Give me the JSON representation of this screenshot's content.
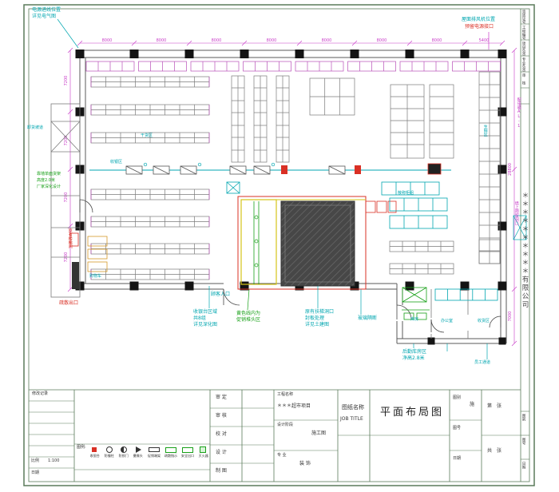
{
  "colors": {
    "cyan": "#00a6b0",
    "magenta": "#c83cc8",
    "red": "#d93025",
    "green": "#18a018",
    "yellow": "#d6c419",
    "frame": "#5a7a5a",
    "wall": "#5a5a5a"
  },
  "ann": {
    "top_left_l1": "电源进线位置",
    "top_left_l2": "详见电气图",
    "top_right_l1": "屋面排风机位置",
    "top_right_l2": "预留电源接口",
    "right_upper_v": "配电箱AL-1",
    "right_mid_v": "墙上预留洞口",
    "left_ramp": "卸货坡道",
    "left_green_l1": "靠墙单面货架",
    "left_green_l2": "高度2.0米",
    "left_green_l3": "厂家深化设计",
    "left_red_v": "原有楼梯间",
    "bottom_red": "疏散出口",
    "entry": "顾客入口",
    "bc1_l1": "收银台区域",
    "bc1_l2": "共8组",
    "bc1_l3": "详见深化图",
    "green2_l1": "黄色线内为",
    "green2_l2": "促销堆头区",
    "bc3_l1": "原有扶梯洞口",
    "bc3_l2": "封板处理",
    "bc3_l3": "详见土建图",
    "bc4": "玻璃隔断",
    "annex_l1": "后勤库房区",
    "annex_l2": "净高2.8米",
    "room1": "库房",
    "room2": "办公室",
    "room3": "收货区",
    "staff": "员工通道",
    "zone_checkout": "收银区",
    "zone1": "干货区",
    "zone2": "生鲜区",
    "scatter": "散称柜组",
    "cart": "购物车"
  },
  "dims": {
    "top": [
      "8000",
      "8000",
      "8000",
      "8000",
      "8000",
      "8000",
      "8000",
      "5400"
    ],
    "left": [
      "7200",
      "7200",
      "7200",
      "7200"
    ],
    "right": [
      "28800",
      "7000"
    ]
  },
  "legend": {
    "label": "图例:",
    "items": [
      {
        "label": "收银台"
      },
      {
        "label": "防撞柱"
      },
      {
        "label": "防损门"
      },
      {
        "label": "摄像头"
      },
      {
        "label": "促销端架"
      },
      {
        "label": "疏散指示"
      },
      {
        "label": "安全出口"
      },
      {
        "label": "灭火器"
      }
    ]
  },
  "tb": {
    "rev_header": "修改记录",
    "scale_label": "比例",
    "scale_value": "1:100",
    "date_label": "日期",
    "sign": [
      "审 定",
      "审 核",
      "校 对",
      "设 计",
      "制 图"
    ],
    "project_label": "工程名称",
    "project_value": "＊＊＊超市项目",
    "stage_label": "设计阶段",
    "stage_value": "施工图",
    "prof_label": "专 业",
    "prof_value": "装 饰",
    "jt_cn": "图纸名称",
    "jt_en": "JOB TITLE",
    "drawing_title": "平面布局图",
    "type_label": "图别",
    "type_value": "施",
    "no_label": "图号",
    "date2_label": "日期",
    "sheet1": "第　张",
    "sheet2": "共　张"
  },
  "strip": {
    "top": [
      "资质证号",
      "工程编号",
      "项目负责",
      "专业负责",
      "审 核"
    ],
    "bottom": [
      "图别",
      "图号",
      "日期"
    ],
    "company": "＊＊＊＊＊＊＊＊＊＊有限公司"
  }
}
